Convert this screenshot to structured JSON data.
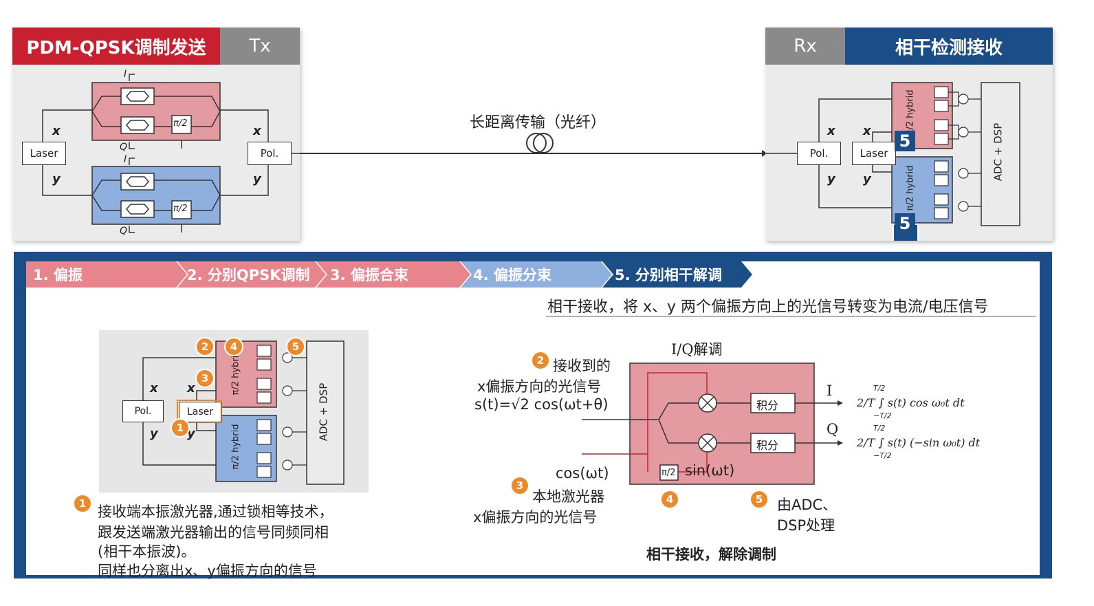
{
  "tx": {
    "title": "PDM-QPSK调制发送",
    "tag": "Tx",
    "laser": "Laser",
    "pol": "Pol.",
    "x": "x",
    "y": "y",
    "i": "I",
    "q": "Q",
    "pi2": "π/2"
  },
  "rx": {
    "title": "相干检测接收",
    "tag": "Rx",
    "pol": "Pol.",
    "laser": "Laser",
    "x": "x",
    "y": "y",
    "hybrid": "π/2 hybrid",
    "adc": "ADC + DSP",
    "marker": "5"
  },
  "link": {
    "label": "长距离传输（光纤）"
  },
  "steps": [
    "1. 偏振",
    "2. 分别QPSK调制",
    "3. 偏振合束",
    "4. 偏振分束",
    "5. 分别相干解调"
  ],
  "subtitle": "相干接收，将 x、y 两个偏振方向上的光信号转变为电流/电压信号",
  "mini": {
    "pol": "Pol.",
    "laser": "Laser",
    "hybrid": "π/2 hybrid",
    "adc": "ADC + DSP",
    "x": "x",
    "y": "y",
    "m1": "1",
    "m2": "2",
    "m3": "3",
    "m4": "4",
    "m5": "5"
  },
  "note": {
    "num": "1",
    "line1": "接收端本振激光器,通过锁相等技术，",
    "line2": "跟发送端激光器输出的信号同频同相",
    "line3": "(相干本振波)。",
    "line4": "同样也分离出x、y偏振方向的信号"
  },
  "iq": {
    "title": "I/Q解调",
    "num2": "2",
    "recv1": "接收到的",
    "recv2": "x偏振方向的光信号",
    "recv3": "s(t)=√2 cos(ωt+θ)",
    "num3": "3",
    "lo1": "cos(ωt)",
    "lo2": "本地激光器",
    "lo3": "x偏振方向的光信号",
    "num4": "4",
    "num5": "5",
    "out1": "由ADC、",
    "out2": "DSP处理",
    "integ": "积分",
    "pi2": "π/2",
    "sin": "sin(ωt)",
    "I": "I",
    "Q": "Q",
    "f1": "2/T ∫ s(t) cos ω₀t dt",
    "f2": "2/T ∫ s(t) (−sin ω₀t) dt",
    "f_lim_top": "T/2",
    "f_lim_bot": "−T/2",
    "caption": "相干接收，解除调制"
  }
}
